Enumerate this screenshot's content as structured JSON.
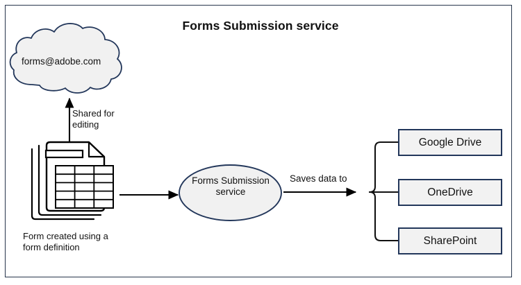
{
  "diagram": {
    "title": "Forms Submission service",
    "frame_border_color": "#26354b",
    "background": "#ffffff"
  },
  "cloud": {
    "name": "cloud-shape",
    "label": "forms@adobe.com",
    "fill": "#f1f1f1",
    "stroke": "#22365a"
  },
  "arrows": {
    "shared_for_editing": {
      "label": "Shared for\nediting",
      "direction": "up",
      "color": "#000000"
    },
    "form_to_service": {
      "label": "",
      "direction": "right",
      "color": "#000000"
    },
    "saves_data_to": {
      "label": "Saves data to",
      "direction": "right",
      "color": "#000000"
    }
  },
  "form_icon": {
    "name": "form-document-stack",
    "caption": "Form created using a\nform definition",
    "stroke": "#000000",
    "fill": "#ffffff",
    "table_columns": 3,
    "table_rows": 5
  },
  "service_node": {
    "name": "forms-submission-service-ellipse",
    "label": "Forms Submission\nservice",
    "fill": "#f1f1f1",
    "stroke": "#22365a"
  },
  "destinations": {
    "connector": "curly-brace",
    "connector_color": "#111111",
    "box_fill": "#f2f2f2",
    "box_stroke": "#22365a",
    "items": [
      {
        "id": "google-drive",
        "label": "Google Drive"
      },
      {
        "id": "onedrive",
        "label": "OneDrive"
      },
      {
        "id": "sharepoint",
        "label": "SharePoint"
      }
    ]
  }
}
